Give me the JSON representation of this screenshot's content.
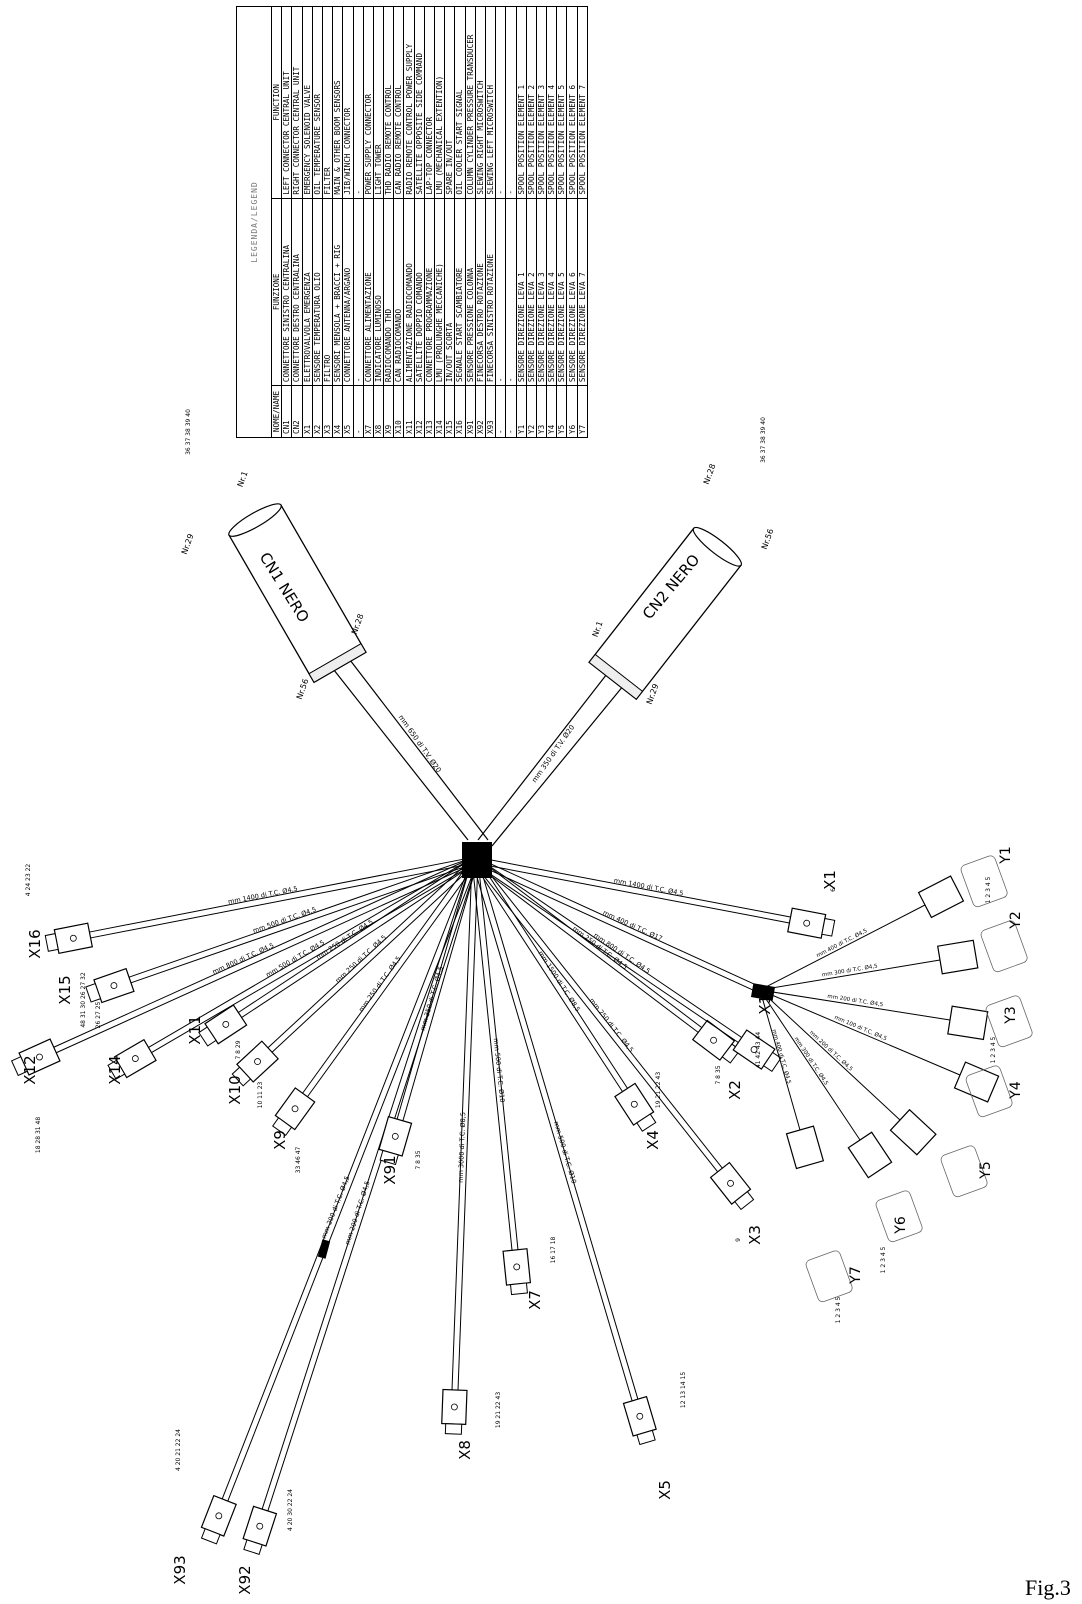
{
  "legend": {
    "title": "LEGENDA/LEGEND",
    "headers": [
      "NOME/NAME",
      "FUNZIONE",
      "FUNCTION"
    ],
    "rows": [
      [
        "CN1",
        "CONNETTORE SINISTRO CENTRALINA",
        "LEFT CONNECTOR CENTRAL UNIT"
      ],
      [
        "CN2",
        "CONNETTORE DESTRO CENTRALINA",
        "RIGHT CONNECTOR CENTRAL UNIT"
      ],
      [
        "X1",
        "ELETTROVALVOLA EMERGENZA",
        "EMERGENCY SOLENOID VALVE"
      ],
      [
        "X2",
        "SENSORE TEMPERATURA OLIO",
        "OIL TEMPERATURE SENSOR"
      ],
      [
        "X3",
        "FILTRO",
        "FILTER"
      ],
      [
        "X4",
        "SENSORI MENSOLA + BRACCI + RIG",
        "MAIN & OTHER BOOM SENSORS"
      ],
      [
        "X5",
        "CONNETTORE ANTENNA/ARGANO",
        "JIB/WINCH CONNECTOR"
      ],
      [
        "-",
        "-",
        "-"
      ],
      [
        "X7",
        "CONNETTORE ALIMENTAZIONE",
        "POWER SUPPLY CONNECTOR"
      ],
      [
        "X8",
        "INDICATORE LUMINOSO",
        "LIGHT TOWER"
      ],
      [
        "X9",
        "RADIOCOMANDO THD",
        "THD RADIO REMOTE CONTROL"
      ],
      [
        "X10",
        "CAN RADIOCOMANDO",
        "CAN RADIO REMOTE CONTROL"
      ],
      [
        "X11",
        "ALIMENTAZIONE RADIOCOMANDO",
        "RADIO REMOTE CONTROL POWER SUPPLY"
      ],
      [
        "X12",
        "SATELLITE DOPPIO COMANDO",
        "SATELLITE OPPOSITE SIDE COMMAND"
      ],
      [
        "X13",
        "CONNETTORE PROGRAMMAZIONE",
        "LAP-TOP CONNECTOR"
      ],
      [
        "X14",
        "LMU (PROLUNGHE MECCANICHE)",
        "LMU (MECHANICAL EXTENTION)"
      ],
      [
        "X15",
        "IN/OUT SCORTA",
        "SPARE IN/OUT"
      ],
      [
        "X16",
        "SEGNALE START SCAMBIATORE",
        "OIL COOLER START SIGNAL"
      ],
      [
        "X91",
        "SENSORE PRESSIONE COLONNA",
        "COLUMN CYLINDER PRESSURE TRANSDUCER"
      ],
      [
        "X92",
        "FINECORSA DESTRO ROTAZIONE",
        "SLEWING RIGHT MICROSWITCH"
      ],
      [
        "X93",
        "FINECORSA SINISTRO ROTAZIONE",
        "SLEWING LEFT MICROSWITCH"
      ],
      [
        "-",
        "-",
        "-"
      ],
      [
        "-",
        "-",
        "-"
      ],
      [
        "Y1",
        "SENSORE DIREZIONE LEVA 1",
        "SPOOL POSITION ELEMENT 1"
      ],
      [
        "Y2",
        "SENSORE DIREZIONE LEVA 2",
        "SPOOL POSITION ELEMENT 2"
      ],
      [
        "Y3",
        "SENSORE DIREZIONE LEVA 3",
        "SPOOL POSITION ELEMENT 3"
      ],
      [
        "Y4",
        "SENSORE DIREZIONE LEVA 4",
        "SPOOL POSITION ELEMENT 4"
      ],
      [
        "Y5",
        "SENSORE DIREZIONE LEVA 5",
        "SPOOL POSITION ELEMENT 5"
      ],
      [
        "Y6",
        "SENSORE DIREZIONE LEVA 6",
        "SPOOL POSITION ELEMENT 6"
      ],
      [
        "Y7",
        "SENSORE DIREZIONE LEVA 7",
        "SPOOL POSITION ELEMENT 7"
      ]
    ]
  },
  "main_connectors": {
    "cn1": {
      "label": "CN1 NERO",
      "pins": [
        "Nr.1",
        "Nr.29",
        "Nr.28",
        "Nr.56"
      ],
      "cable": "mm 650 di T.V. Ø20",
      "callout": "36 37 38 39 40"
    },
    "cn2": {
      "label": "CN2 NERO",
      "pins": [
        "Nr.28",
        "Nr.56",
        "Nr.1",
        "Nr.29"
      ],
      "cable": "mm 350 di T.V. Ø20",
      "callout": "36 37 38 39 40"
    }
  },
  "branches": [
    {
      "id": "X16",
      "cable": "mm 1400 di T.C. Ø4,5",
      "callout": "4 24 23 22"
    },
    {
      "id": "X15",
      "cable": "mm 500 di T.C. Ø4,5",
      "callout": "48 31 30 26 27 32"
    },
    {
      "id": "X12",
      "cable": "mm 800 di T.C. Ø4,5",
      "callout": "18 28 31 48"
    },
    {
      "id": "X14",
      "cable": "mm 500 di T.C. Ø4,5",
      "callout": "26 27 25"
    },
    {
      "id": "X11",
      "cable": "mm 250 di T.C. Ø4,5",
      "callout": "7 8 29"
    },
    {
      "id": "X10",
      "cable": "mm 250 di T.C. Ø4,5",
      "callout": "10 11 23"
    },
    {
      "id": "X9",
      "cable": "mm 250 di T.C. Ø4,5",
      "callout": "33 46 47"
    },
    {
      "id": "X93",
      "cable": "mm 200 di T.C. Ø4,5",
      "callout": "4 20 21 22 24"
    },
    {
      "id": "X92",
      "cable": "mm 200 di T.C. Ø4,5",
      "callout": "4 20 30 22 24"
    },
    {
      "id": "X91",
      "cable": "mm 350 di T.C. Ø4,5",
      "callout": "7 8 35"
    },
    {
      "id": "X8",
      "cable": "mm 3000 di T.C. Ø8,5",
      "callout": "19 21 22 43"
    },
    {
      "id": "X7",
      "cable": "mm 500 di T.C. Ø10",
      "callout": "16 17 18"
    },
    {
      "id": "X5",
      "cable": "mm 500 di T.C. Ø10",
      "callout": "12 13 14 15"
    },
    {
      "id": "X4",
      "cable": "mm 1500 di T.C. Ø8,5",
      "callout": "19 21 22 43"
    },
    {
      "id": "X3",
      "cable": "mm 250 di T.C. Ø4,5",
      "callout": "9"
    },
    {
      "id": "X2",
      "cable": "mm 250 di T.C. Ø4,5",
      "callout": "7 8 35"
    },
    {
      "id": "X13",
      "cable": "mm 800 di T.C. Ø4,5",
      "callout": "41 42 43 44"
    },
    {
      "id": "X1",
      "cable": "mm 1400 di T.C. Ø4,5",
      "callout": "6"
    },
    {
      "id": "Y-bundle",
      "cable": "mm 400 di T.C. Ø17"
    }
  ],
  "spools": [
    {
      "id": "Y1",
      "cable": "mm 400 di T.C. Ø4,5",
      "callout": "1 2 3 4 5"
    },
    {
      "id": "Y2",
      "cable": "mm 300 di T.C. Ø4,5",
      "callout": ""
    },
    {
      "id": "Y3",
      "cable": "mm 200 di T.C. Ø4,5",
      "callout": "1 2 3 4 5"
    },
    {
      "id": "Y4",
      "cable": "mm 100 di T.C. Ø4,5",
      "callout": ""
    },
    {
      "id": "Y5",
      "cable": "mm 200 di T.C. Ø4,5",
      "callout": ""
    },
    {
      "id": "Y6",
      "cable": "mm 300 di T.C. Ø4,5",
      "callout": "1 2 3 4 5"
    },
    {
      "id": "Y7",
      "cable": "mm 400 di T.C. Ø4,5",
      "callout": "1 2 3 4 5"
    }
  ],
  "figure_label": "Fig.3"
}
